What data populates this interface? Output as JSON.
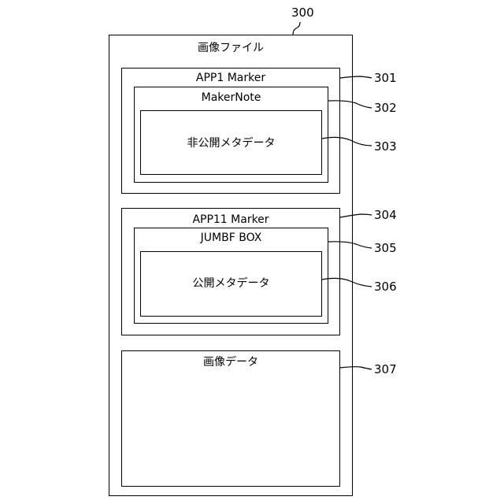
{
  "diagram": {
    "file": {
      "label": "画像ファイル",
      "ref": "300"
    },
    "app1": {
      "label": "APP1 Marker",
      "ref": "301"
    },
    "makernote": {
      "label": "MakerNote",
      "ref": "302"
    },
    "private_meta": {
      "label": "非公開メタデータ",
      "ref": "303"
    },
    "app11": {
      "label": "APP11 Marker",
      "ref": "304"
    },
    "jumbf": {
      "label": "JUMBF BOX",
      "ref": "305"
    },
    "public_meta": {
      "label": "公開メタデータ",
      "ref": "306"
    },
    "image_data": {
      "label": "画像データ",
      "ref": "307"
    }
  }
}
